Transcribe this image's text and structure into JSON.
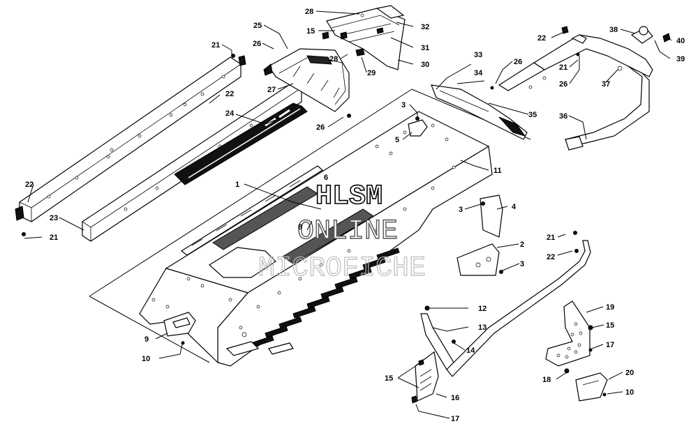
{
  "diagram": {
    "callouts": {
      "c1": "1",
      "c2": "2",
      "c3a": "3",
      "c3b": "3",
      "c3c": "3",
      "c4": "4",
      "c5": "5",
      "c6": "6",
      "c8": "8",
      "c9": "9",
      "c10a": "10",
      "c10b": "10",
      "c11": "11",
      "c12": "12",
      "c13": "13",
      "c14": "14",
      "c15a": "15",
      "c15b": "15",
      "c15c": "15",
      "c16": "16",
      "c17a": "17",
      "c17b": "17",
      "c18": "18",
      "c19": "19",
      "c20": "20",
      "c21a": "21",
      "c21b": "21",
      "c21c": "21",
      "c21d": "21",
      "c22a": "22",
      "c22b": "22",
      "c22c": "22",
      "c22d": "22",
      "c23": "23",
      "c24": "24",
      "c25": "25",
      "c26a": "26",
      "c26b": "26",
      "c26c": "26",
      "c26d": "26",
      "c27": "27",
      "c28a": "28",
      "c28b": "28",
      "c29": "29",
      "c30": "30",
      "c31": "31",
      "c32": "32",
      "c33": "33",
      "c34": "34",
      "c35": "35",
      "c36": "36",
      "c37": "37",
      "c38": "38",
      "c39": "39",
      "c40": "40"
    },
    "watermark": {
      "line1": "HLSM",
      "line2": "ONLINE",
      "line3": "MICROFICHE"
    }
  }
}
